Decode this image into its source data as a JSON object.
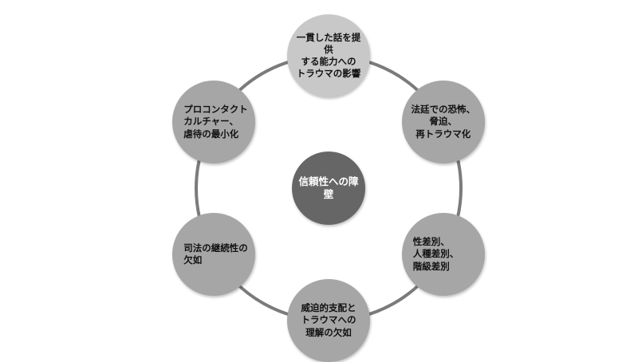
{
  "diagram": {
    "center": {
      "label": "信頼性への障壁",
      "color": "#666666"
    },
    "ring_color": "#7b7b7b",
    "outer_node_color": "#a6a6a6",
    "highlight_node_color": "#c8c8c8",
    "nodes": [
      {
        "id": "top",
        "label": "一貫した話を提供\nする能力への\nトラウマの影響",
        "highlight": true
      },
      {
        "id": "upper-right",
        "label": "法廷での恐怖、\n脅迫、\n再トラウマ化",
        "highlight": false
      },
      {
        "id": "lower-right",
        "label": "性差別、\n人種差別、\n階級差別",
        "highlight": false
      },
      {
        "id": "bottom",
        "label": "威迫的支配と\nトラウマへの\n理解の欠如",
        "highlight": false
      },
      {
        "id": "lower-left",
        "label": "司法の継続性の\n欠如",
        "highlight": false
      },
      {
        "id": "upper-left",
        "label": "プロコンタクト\nカルチャー、\n虐待の最小化",
        "highlight": false
      }
    ]
  }
}
